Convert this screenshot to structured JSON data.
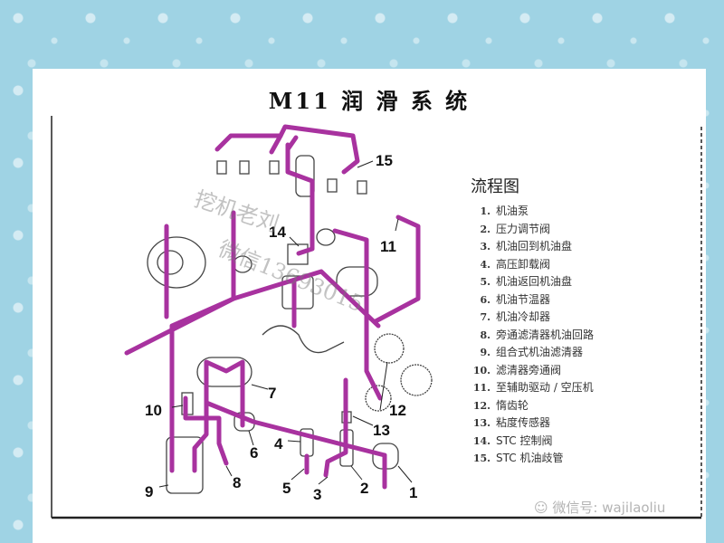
{
  "title": "M11  润 滑 系 统",
  "legend": {
    "heading": "流程图",
    "items": [
      {
        "n": "1.",
        "label": "机油泵"
      },
      {
        "n": "2.",
        "label": "压力调节阀"
      },
      {
        "n": "3.",
        "label": "机油回到机油盘"
      },
      {
        "n": "4.",
        "label": "高压卸载阀"
      },
      {
        "n": "5.",
        "label": "机油返回机油盘"
      },
      {
        "n": "6.",
        "label": "机油节温器"
      },
      {
        "n": "7.",
        "label": "机油冷却器"
      },
      {
        "n": "8.",
        "label": "旁通滤清器机油回路"
      },
      {
        "n": "9.",
        "label": "组合式机油滤清器"
      },
      {
        "n": "10.",
        "label": "滤清器旁通阀"
      },
      {
        "n": "11.",
        "label": "至辅助驱动 / 空压机"
      },
      {
        "n": "12.",
        "label": "惰齿轮"
      },
      {
        "n": "13.",
        "label": "粘度传感器"
      },
      {
        "n": "14.",
        "label": "STC 控制阀"
      },
      {
        "n": "15.",
        "label": "STC 机油歧管"
      }
    ]
  },
  "callouts": {
    "c1": "1",
    "c2": "2",
    "c3": "3",
    "c4": "4",
    "c5": "5",
    "c6": "6",
    "c7": "7",
    "c8": "8",
    "c9": "9",
    "c10": "10",
    "c11": "11",
    "c12": "12",
    "c13": "13",
    "c14": "14",
    "c15": "15"
  },
  "watermarks": {
    "line1": "挖机老刘",
    "line2": "微信13693015",
    "wechat": "微信号: wajilaoliu"
  },
  "colors": {
    "pipe": "#a8329f",
    "background": "#9fd3e4"
  }
}
